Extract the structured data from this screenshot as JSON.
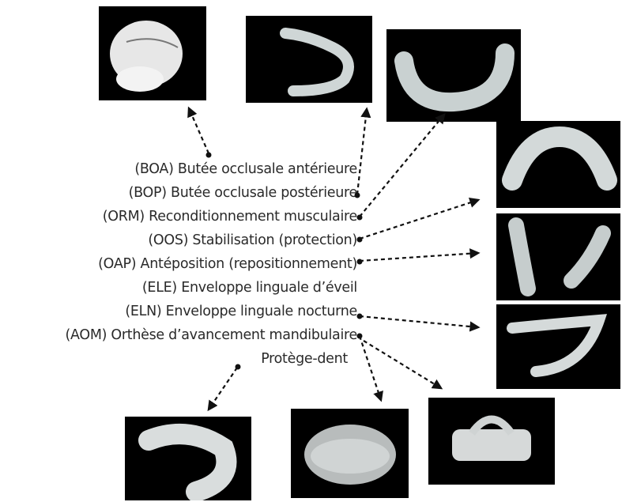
{
  "labels": [
    "(BOA) Butée occlusale antérieure",
    "(BOP) Butée occlusale postérieure",
    "(ORM) Reconditionnement musculaire",
    "(OOS) Stabilisation (protection)",
    "(OAP) Antéposition (repositionnement)",
    "(ELE) Enveloppe linguale d’éveil",
    "(ELN) Enveloppe linguale nocturne",
    "(AOM) Orthèse d’avancement mandibulaire",
    "Protège-dent"
  ],
  "photos": [
    {
      "name": "boa-device-photo"
    },
    {
      "name": "bop-device-photo"
    },
    {
      "name": "orm-device-photo"
    },
    {
      "name": "oos-device-photo"
    },
    {
      "name": "oap-device-photo"
    },
    {
      "name": "eln-device-photo"
    },
    {
      "name": "mouthguard-photo"
    },
    {
      "name": "aom-device-photo"
    },
    {
      "name": "ele-device-photo"
    }
  ]
}
